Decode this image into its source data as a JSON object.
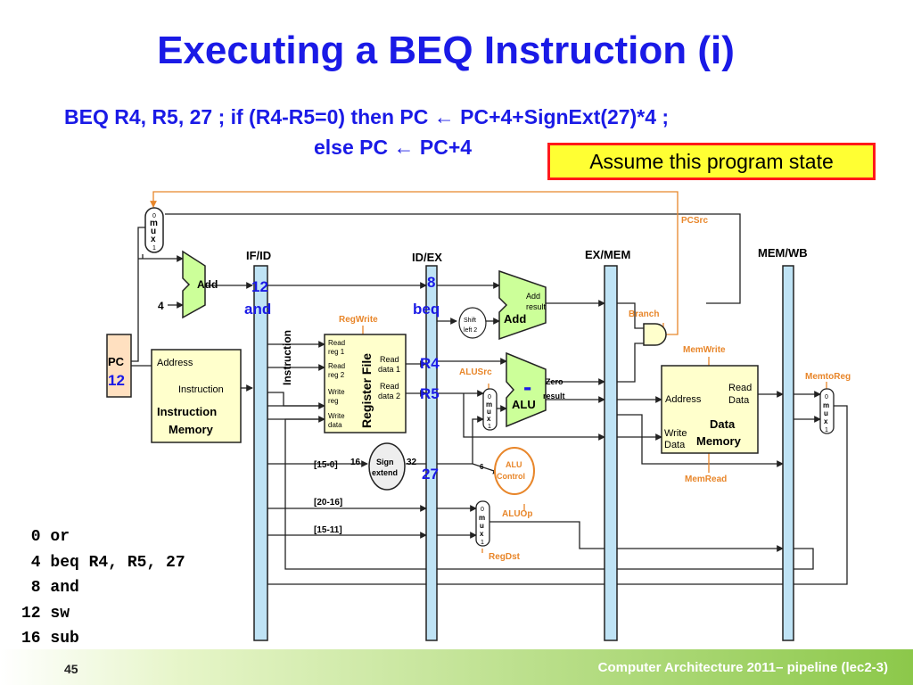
{
  "title": "Executing a BEQ Instruction (i)",
  "equation": {
    "line1": "BEQ R4, R5, 27 ; if (R4-R5=0) then PC ← PC+4+SignExt(27)*4 ;",
    "line2": "else PC ← PC+4"
  },
  "callout": "Assume this program state",
  "datapath": {
    "pipeline_registers": [
      "IF/ID",
      "ID/EX",
      "EX/MEM",
      "MEM/WB"
    ],
    "mux_label": [
      "0",
      "m",
      "u",
      "x",
      "1"
    ],
    "pc_adder": {
      "label": "Add",
      "const": "4"
    },
    "pc": {
      "label": "PC",
      "value": "12"
    },
    "instruction_memory": {
      "address": "Address",
      "instruction": "Instruction",
      "title_1": "Instruction",
      "title_2": "Memory"
    },
    "ifid_vertical_label": "Instruction",
    "ifid_values": [
      "12",
      "and"
    ],
    "idex_values": [
      "8",
      "beq"
    ],
    "register_file": {
      "title": "Register File",
      "ports": [
        "Read",
        "reg 1",
        "Read",
        "reg 2",
        "Write",
        "reg",
        "Write",
        "data"
      ],
      "outputs": [
        "Read",
        "data 1",
        "Read",
        "data 2"
      ],
      "read1_value": "R4",
      "read2_value": "R5"
    },
    "sign_extend": {
      "label_1": "Sign",
      "label_2": "extend",
      "in_bits": "16",
      "out_bits": "32",
      "field": "[15-0]",
      "value": "27"
    },
    "fields": [
      "[20-16]",
      "[15-11]"
    ],
    "shift": [
      "Shift",
      "left 2"
    ],
    "branch_adder": {
      "label": "Add",
      "result_1": "Add",
      "result_2": "result"
    },
    "alu": {
      "label": "ALU",
      "op": "-",
      "zero": "Zero",
      "result": "result"
    },
    "alu_control": {
      "label_1": "ALU",
      "label_2": "Control",
      "bits": "6"
    },
    "data_memory": {
      "address": "Address",
      "read_1": "Read",
      "read_2": "Data",
      "write_1": "Write",
      "write_2": "Data",
      "title_1": "Data",
      "title_2": "Memory"
    },
    "control_signals": {
      "pcsrc": "PCSrc",
      "regwrite": "RegWrite",
      "branch": "Branch",
      "memwrite": "MemWrite",
      "alusrc": "ALUSrc",
      "memtoreg": "MemtoReg",
      "memread": "MemRead",
      "aluop": "ALUOp",
      "regdst": "RegDst"
    }
  },
  "program": [
    {
      "addr": " 0",
      "instr": "or"
    },
    {
      "addr": " 4",
      "instr": "beq R4, R5, 27"
    },
    {
      "addr": " 8",
      "instr": "and"
    },
    {
      "addr": "12",
      "instr": "sw"
    },
    {
      "addr": "16",
      "instr": "sub"
    }
  ],
  "footer": {
    "page": "45",
    "course": "Computer Architecture 2011– pipeline (lec2-3)"
  },
  "colors": {
    "title": "#1a1ae6",
    "wire": "#222222",
    "control": "#e8862a",
    "pipeline_reg": "#bfe3f5",
    "unit_fill": "#ffffcc",
    "adder_fill": "#ccff99",
    "pc_fill": "#ffe0c0"
  }
}
